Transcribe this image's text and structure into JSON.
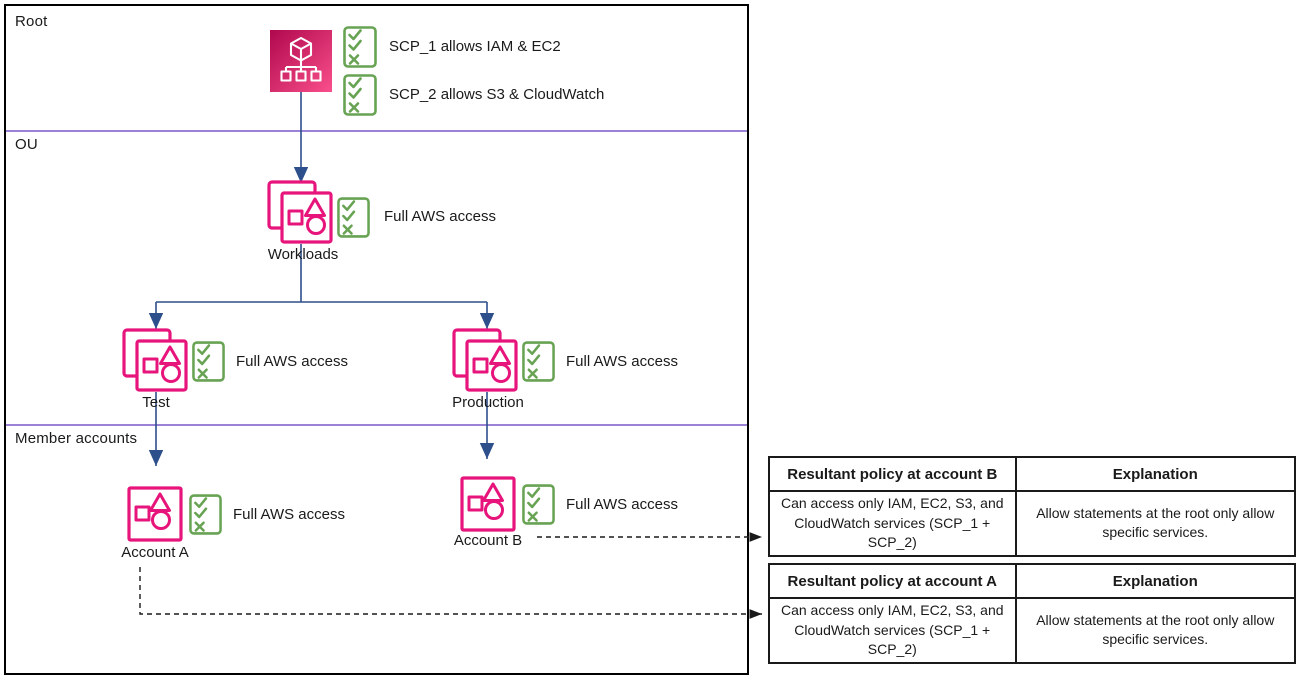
{
  "bands": {
    "root": "Root",
    "ou": "OU",
    "member": "Member accounts"
  },
  "root_policies": {
    "scp1": "SCP_1 allows IAM & EC2",
    "scp2": "SCP_2 allows S3 & CloudWatch"
  },
  "nodes": {
    "workloads": {
      "label": "Workloads",
      "policy": "Full AWS access"
    },
    "test": {
      "label": "Test",
      "policy": "Full AWS access"
    },
    "production": {
      "label": "Production",
      "policy": "Full AWS access"
    },
    "account_a": {
      "label": "Account A",
      "policy": "Full AWS access"
    },
    "account_b": {
      "label": "Account B",
      "policy": "Full AWS access"
    }
  },
  "tables": [
    {
      "headers": [
        "Resultant policy at account B",
        "Explanation"
      ],
      "rows": [
        [
          "Can access only IAM, EC2, S3, and CloudWatch services (SCP_1 + SCP_2)",
          "Allow statements at the root only allow specific services."
        ]
      ]
    },
    {
      "headers": [
        "Resultant policy at account A",
        "Explanation"
      ],
      "rows": [
        [
          "Can access only IAM, EC2, S3, and CloudWatch services (SCP_1 + SCP_2)",
          "Allow statements at the root only allow specific services."
        ]
      ]
    }
  ],
  "icons": {
    "organizations": "aws-organizations-icon",
    "ou": "organizational-unit-icon",
    "account": "aws-account-icon",
    "scp": "scp-checklist-icon"
  },
  "colors": {
    "pink": "#E7157B",
    "pink_gradient_start": "#B0084D",
    "pink_gradient_end": "#F94F8B",
    "green": "#67A353",
    "navy": "#2D4F8B",
    "purple": "#9B82D6",
    "line_black": "#1a1a1a"
  }
}
